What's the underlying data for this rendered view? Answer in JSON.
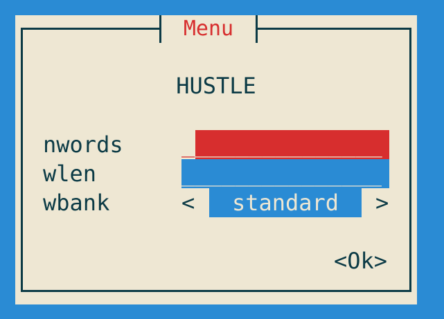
{
  "dialog": {
    "title": "Menu",
    "heading": "HUSTLE"
  },
  "form": {
    "nwords": {
      "label": "nwords",
      "value": "",
      "cursor": "_",
      "placeholder": "______________"
    },
    "wlen": {
      "label": "wlen",
      "value": "",
      "placeholder": "_______________"
    },
    "wbank": {
      "label": "wbank",
      "prev": "<",
      "value": "standard",
      "next": ">"
    }
  },
  "buttons": {
    "ok": "<Ok>"
  },
  "colors": {
    "background": "#2a8bd4",
    "panel": "#eee7d3",
    "border": "#0b3a45",
    "accent_red": "#d72e2e",
    "accent_blue": "#2a8bd4"
  }
}
